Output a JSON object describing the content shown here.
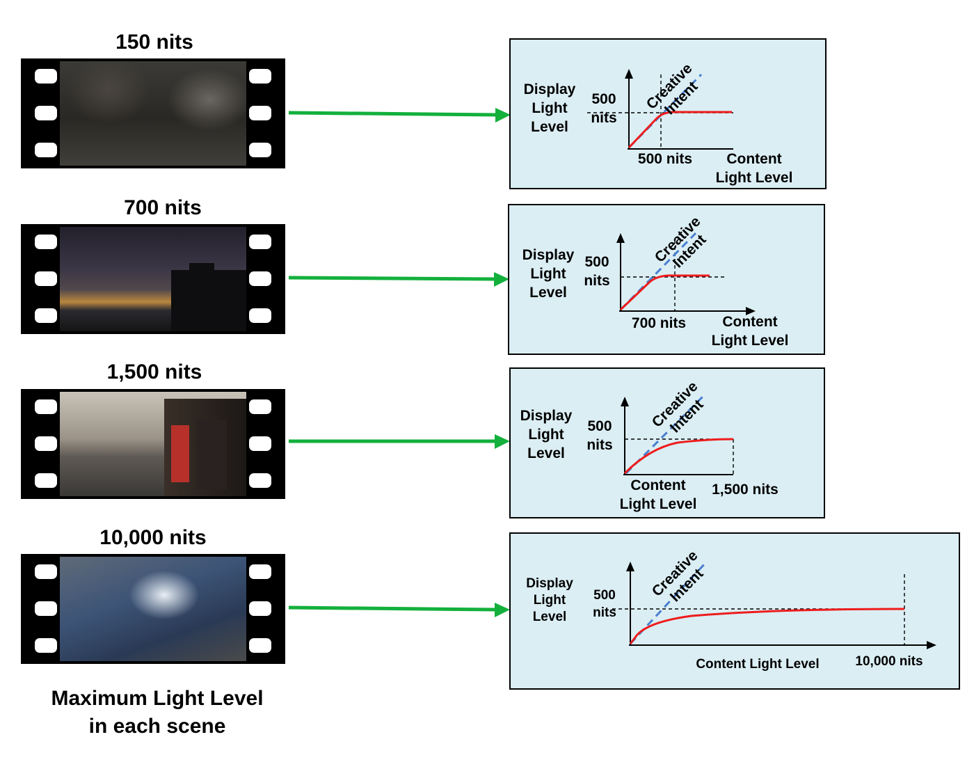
{
  "scenes": [
    {
      "label": "150 nits"
    },
    {
      "label": "700 nits"
    },
    {
      "label": "1,500 nits"
    },
    {
      "label": "10,000 nits"
    }
  ],
  "common": {
    "y_axis_lines": [
      "Display",
      "Light",
      "Level"
    ],
    "y_level_lines": [
      "500",
      "nits"
    ],
    "creative_intent_lines": [
      "Creative",
      "Intent"
    ]
  },
  "panels": [
    {
      "knee_label": "500 nits",
      "x_axis_lines": [
        "Content",
        "Light Level"
      ]
    },
    {
      "knee_label": "700 nits",
      "x_axis_lines": [
        "Content",
        "Light Level"
      ]
    },
    {
      "peak_label": "1,500 nits",
      "x_axis_lines": [
        "Content",
        "Light Level"
      ]
    },
    {
      "peak_label": "10,000 nits",
      "x_axis_lines": [
        "Content Light Level"
      ]
    }
  ],
  "footer": {
    "lines": [
      "Maximum Light Level",
      "in each scene"
    ]
  },
  "colors": {
    "panel_bg": "#dbeef4",
    "tone_curve": "#ee1c1c",
    "creative_intent_line": "#4a7fcf",
    "arrow": "#13b03c"
  }
}
